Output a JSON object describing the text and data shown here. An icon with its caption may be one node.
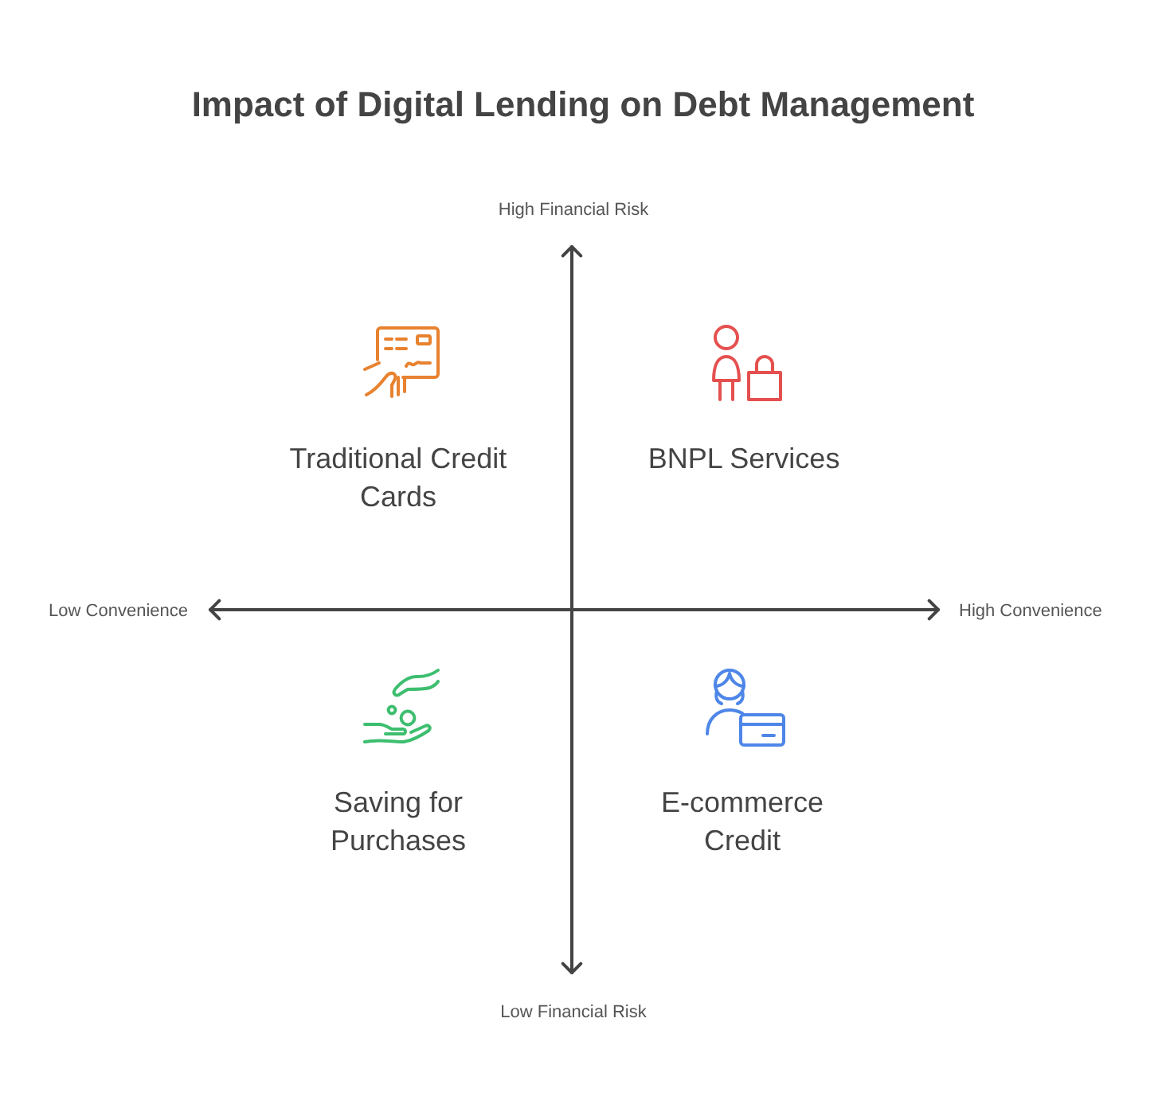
{
  "diagram": {
    "title": "Impact of Digital Lending on Debt Management",
    "labels": [
      "High Financial Risk",
      "Traditional Credit Cards",
      "BNPL Services",
      "Low Convenience",
      "High Convenience",
      "Saving for Purchases",
      "E-commerce Credit",
      "Low Financial Risk"
    ]
  }
}
